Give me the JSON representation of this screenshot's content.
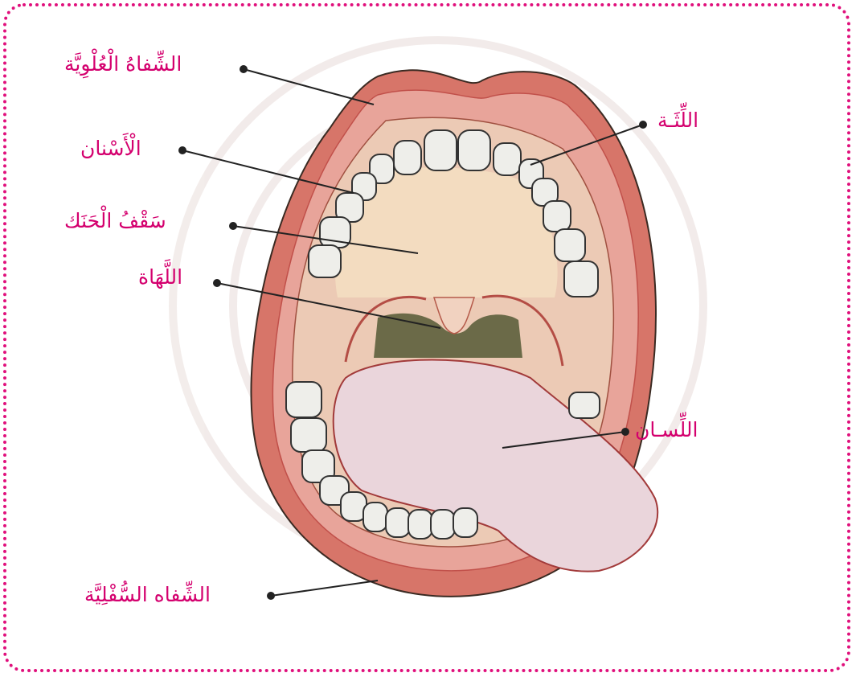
{
  "labels": {
    "upper_lip": "الشِّفاهُ الْعُلْوِيَّة",
    "teeth": "الْأَسْنان",
    "palate": "سَقْفُ الْحَنَك",
    "uvula": "اللَّهَاة",
    "gums": "اللِّثَـة",
    "tongue": "اللِّسـان",
    "lower_lip": "الشِّفاه السُّفْلِيَّة"
  },
  "colors": {
    "frame": "#e0107c",
    "label": "#d4006e",
    "lip": "#d8766a",
    "palate": "#f3dcc0",
    "tongue": "#ead5db",
    "tooth": "#eeeeea",
    "throat": "#6b6a48"
  }
}
